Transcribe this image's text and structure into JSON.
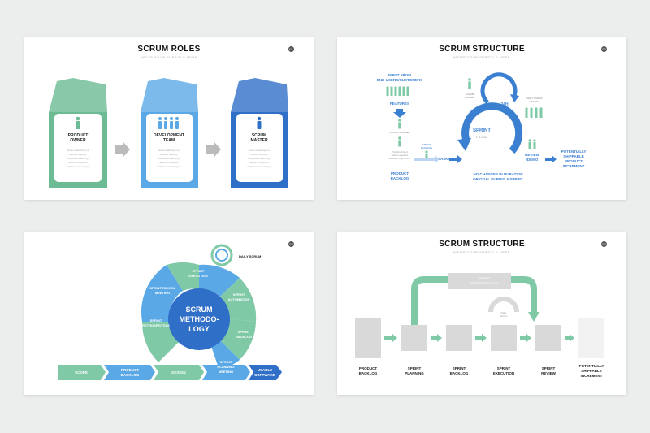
{
  "slide1": {
    "title": "SCRUM ROLES",
    "subtitle": "WRITE YOUR SUBTITLE HERE",
    "page_num": "01",
    "roles": [
      {
        "line1": "PRODUCT",
        "line2": "OWNER",
        "color": "#6cbb94"
      },
      {
        "line1": "DEVELOPMENT",
        "line2": "TEAM",
        "color": "#5aa9e6"
      },
      {
        "line1": "SCRUM",
        "line2": "MASTER",
        "color": "#2f6fc8"
      }
    ],
    "body_lines": [
      "Green marketing is a",
      "practice whereby",
      "companies seek to go",
      "above and beyond",
      "traditional marketing by"
    ]
  },
  "slide2": {
    "title": "SCRUM STRUCTURE",
    "subtitle": "WRITE YOUR SUBTITLE HERE",
    "page_num": "02",
    "input_line1": "INPUT FROM",
    "input_line2": "END-USERS/CUSTOMERS",
    "features": "FEATURES",
    "product_owner": "PRODUCT OWNER",
    "prioritized_lines": [
      "Prioritized list of",
      "what is required:",
      "features, bugs to fix..."
    ],
    "product_backlog_1": "PRODUCT",
    "product_backlog_2": "BACKLOG",
    "sprint_planning_1": "SPRINT",
    "sprint_planning_2": "PLANNING",
    "tasks": "TASKS",
    "scrum_master_1": "SCRUM",
    "scrum_master_2": "MASTER",
    "h24": "24H",
    "daily_1": "DAILY SCRUM",
    "daily_2": "MEETING",
    "sprint": "SPRINT",
    "sprint_weeks": "1 - 4 weeks",
    "review_1": "REVIEW",
    "review_2": "/DEMO",
    "potential_lines": [
      "POTENTIALLY",
      "SHIPPABLE",
      "PRODUCT",
      "INCREMENT"
    ],
    "no_changes_1": "NO CHANGES IN DURATION",
    "no_changes_2": "OR GOAL DURING A SPRINT"
  },
  "slide3": {
    "page_num": "03",
    "daily_scrum": "DAILY SCRUM",
    "center_1": "SCRUM",
    "center_2": "METHODO-",
    "center_3": "LOGY",
    "seg_sprint_execution_1": "SPRINT",
    "seg_sprint_execution_2": "EXECUTION",
    "seg_sprint_automation_1": "SPRINT",
    "seg_sprint_automation_2": "AUTOMATION",
    "seg_sprint_backlog_1": "SPRINT",
    "seg_sprint_backlog_2": "BACKLOG",
    "seg_sprint_review_1": "SPRINT REVIEW",
    "seg_sprint_review_2": "MEETING",
    "seg_sprint_retro_1": "SPRINT",
    "seg_sprint_retro_2": "RETROSPECTIVE",
    "seg_sprint_planning_1": "SPRINT",
    "seg_sprint_planning_2": "PLANNING",
    "seg_sprint_planning_3": "MEETING",
    "arrow_scope": "SCOPE",
    "arrow_backlog_1": "PRODUCT",
    "arrow_backlog_2": "BACKLOG",
    "arrow_design": "DESIGN",
    "arrow_usable_1": "USABLE",
    "arrow_usable_2": "SOFTWARE",
    "colors": {
      "green": "#7fc9a6",
      "blue": "#5aa9e6",
      "dark": "#2f6fc8"
    }
  },
  "slide4": {
    "title": "SCRUM STRUCTURE",
    "subtitle": "WRITE YOUR SUBTITLE HERE",
    "page_num": "04",
    "retro_1": "SPRINT",
    "retro_2": "RETROSPECTIVE",
    "daily_1": "Daily",
    "daily_2": "Scrum",
    "labels": [
      {
        "l1": "PRODUCT",
        "l2": "BACKLOG",
        "l3": ""
      },
      {
        "l1": "SPRINT",
        "l2": "PLANNING",
        "l3": ""
      },
      {
        "l1": "SPRINT",
        "l2": "BACKLOG",
        "l3": ""
      },
      {
        "l1": "SPRINT",
        "l2": "EXECUTION",
        "l3": ""
      },
      {
        "l1": "SPRINT",
        "l2": "REVIEW",
        "l3": ""
      },
      {
        "l1": "POTENTIALLY",
        "l2": "SHIPPABLE",
        "l3": "INCREMENT"
      }
    ]
  }
}
